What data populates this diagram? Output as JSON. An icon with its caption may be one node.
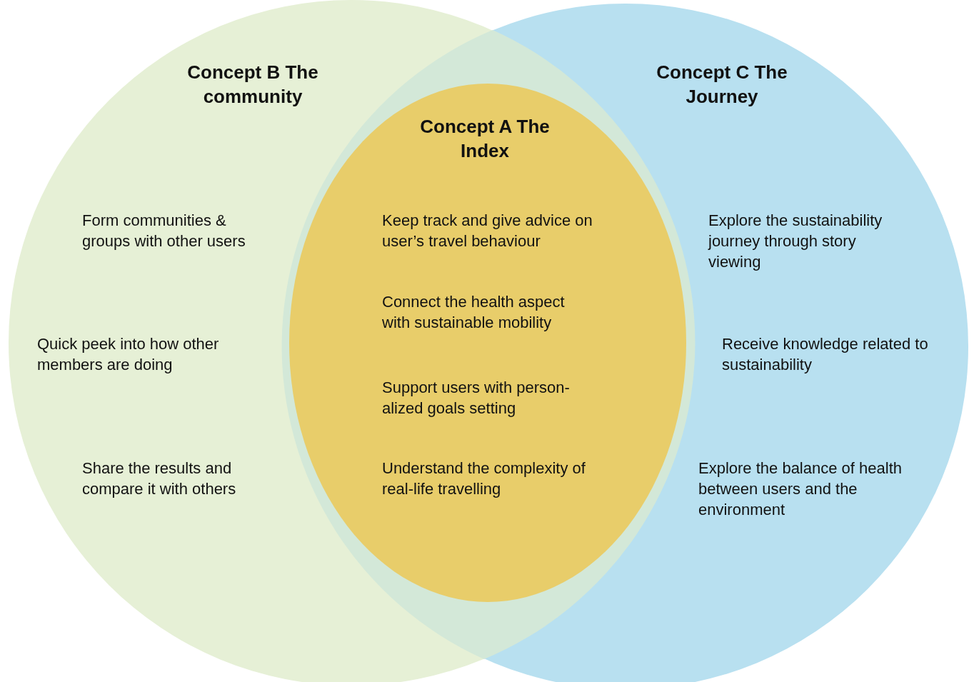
{
  "diagram": {
    "nodes": [
      {
        "text": [
          "Concept B The community",
          "Form communities & groups with other users",
          "Quick peek into how other members are doing",
          "Share the results and compare it with others"
        ]
      },
      {
        "text": [
          "Concept C The Journey",
          "Explore the sustainability journey through story viewing",
          "Receive knowledge related to sustainability",
          "Explore the balance of health between users and the environment"
        ]
      },
      {
        "text": [
          "Concept A The Index",
          "Keep track and give advice on user’s travel behaviour",
          "Connect the health aspect with sustainable mobility",
          "Support users with person- alized goals setting",
          "Understand the complexity of real-life travelling"
        ]
      }
    ]
  }
}
